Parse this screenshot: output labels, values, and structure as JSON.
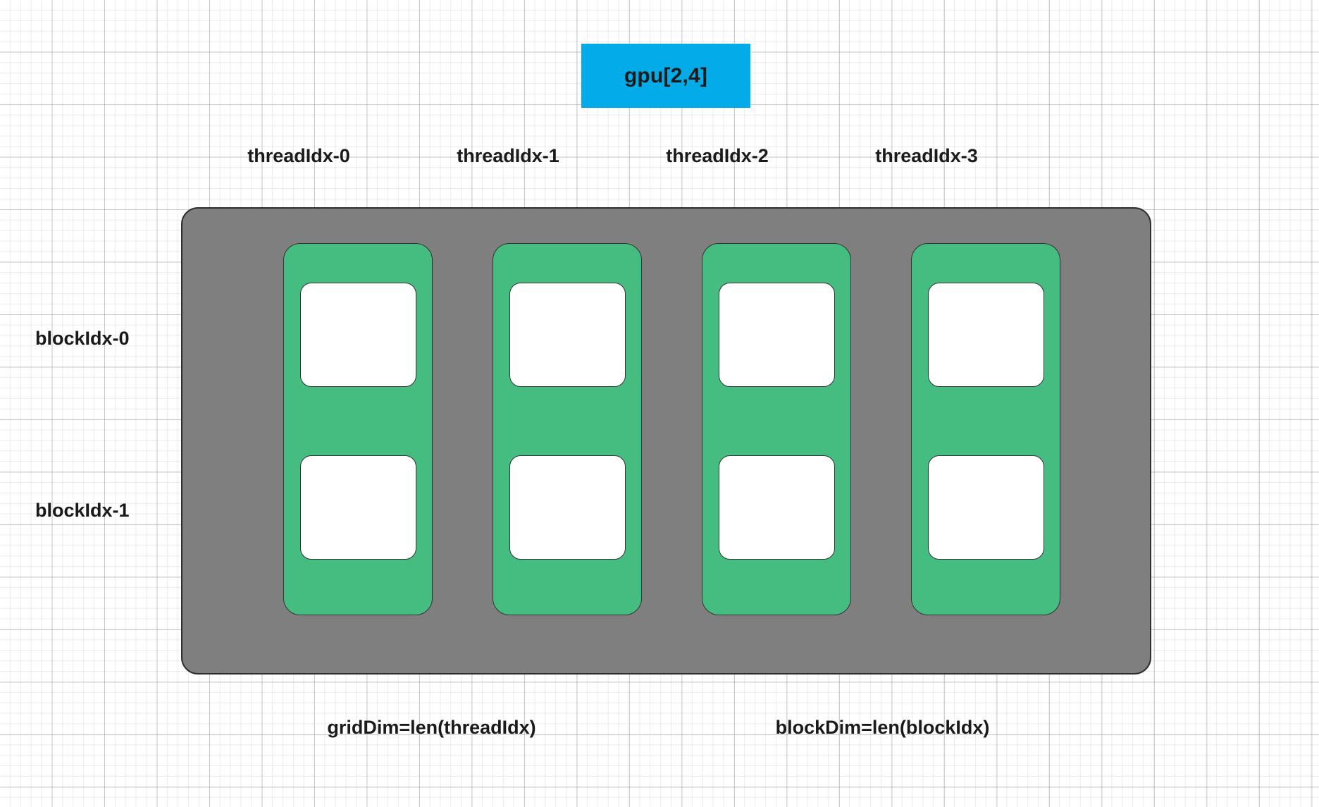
{
  "diagram": {
    "title_box": {
      "label": "gpu[2,4]",
      "color": "#03ACE8",
      "text_color": "#1a1a1a"
    },
    "container": {
      "color": "#7F7F7F",
      "border_color": "#2f2f2f"
    },
    "thread_columns": [
      {
        "label": "threadIdx-0",
        "color": "#45BD80"
      },
      {
        "label": "threadIdx-1",
        "color": "#45BD80"
      },
      {
        "label": "threadIdx-2",
        "color": "#45BD80"
      },
      {
        "label": "threadIdx-3",
        "color": "#45BD80"
      }
    ],
    "block_rows": [
      {
        "label": "blockIdx-0"
      },
      {
        "label": "blockIdx-1"
      }
    ],
    "cells": {
      "color": "#ffffff",
      "border_color": "#333333"
    },
    "captions": [
      {
        "label": "gridDim=len(threadIdx)"
      },
      {
        "label": "blockDim=len(blockIdx)"
      }
    ],
    "canvas": {
      "background": "#ffffff",
      "grid_minor_color": "#bebebe",
      "grid_major_color": "#969696"
    }
  }
}
